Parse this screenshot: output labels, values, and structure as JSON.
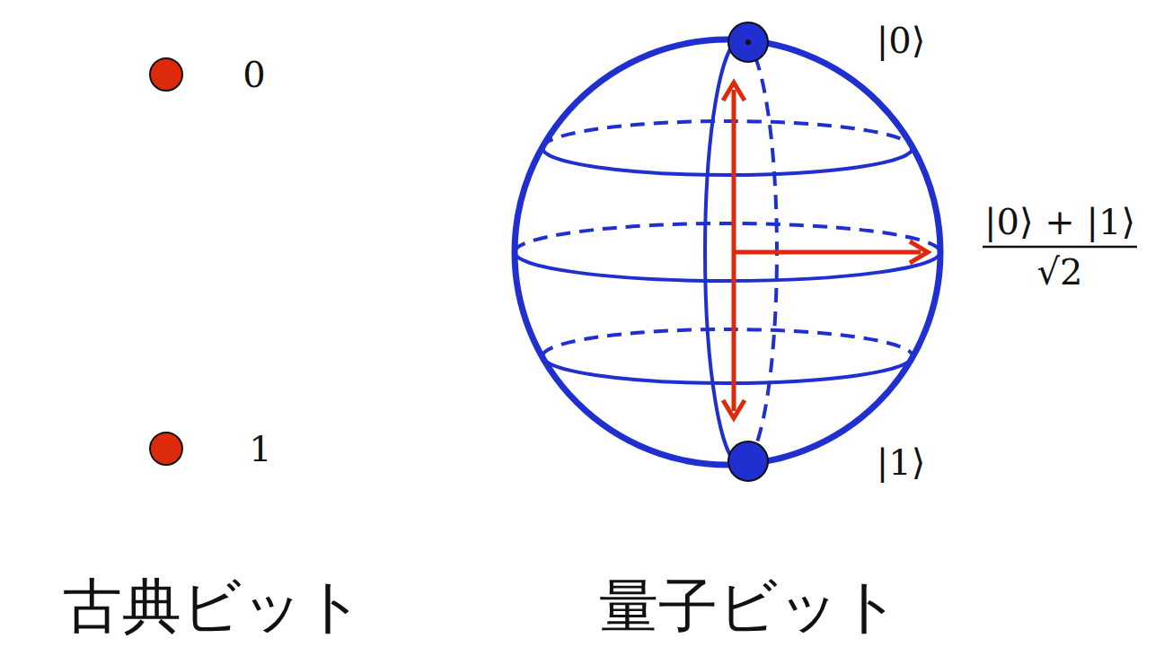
{
  "diagram": {
    "labels": [
      "0",
      "1",
      "|0⟩",
      "|0⟩ + |1⟩",
      "√2",
      "|1⟩",
      "古典ビット",
      "量子ビット"
    ]
  }
}
